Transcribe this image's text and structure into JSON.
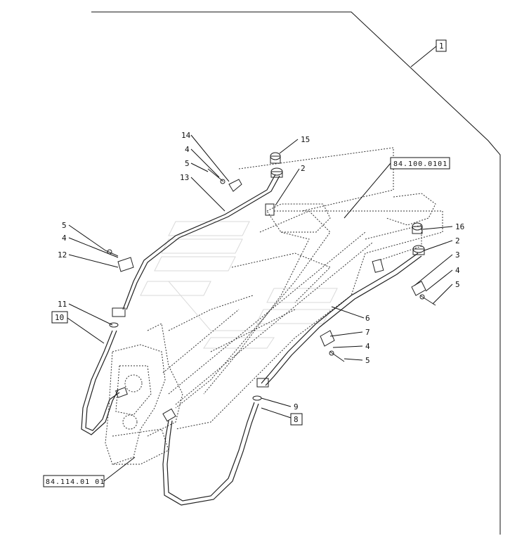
{
  "callouts": {
    "c1": "1",
    "c2a": "2",
    "c2b": "2",
    "c3": "3",
    "c4a": "4",
    "c4b": "4",
    "c4c": "4",
    "c4d": "4",
    "c5a": "5",
    "c5b": "5",
    "c5c": "5",
    "c5d": "5",
    "c6": "6",
    "c7": "7",
    "c8": "8",
    "c9": "9",
    "c10": "10",
    "c11": "11",
    "c12": "12",
    "c13": "13",
    "c14": "14",
    "c15": "15",
    "c16": "16"
  },
  "references": {
    "ref_top": "84.100.0101",
    "ref_bottom": "84.114.01 01"
  }
}
